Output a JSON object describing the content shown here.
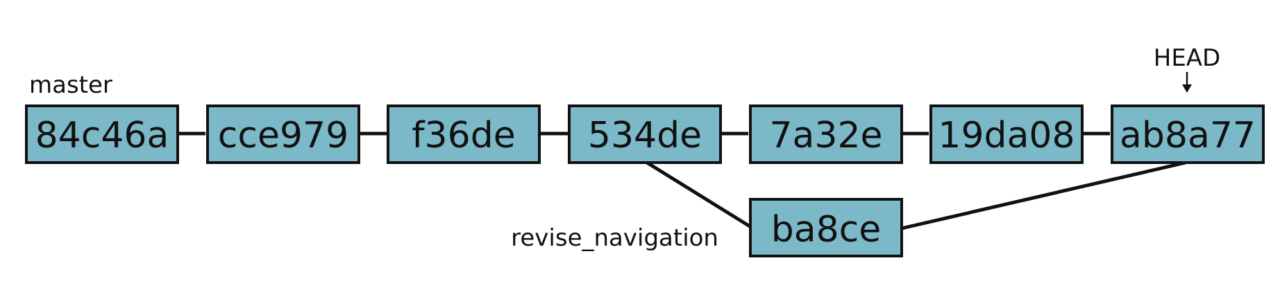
{
  "diagram": {
    "main_commits": [
      "84c46a",
      "cce979",
      "f36de",
      "534de",
      "7a32e",
      "19da08",
      "ab8a77"
    ],
    "branch_commit": "ba8ce",
    "labels": {
      "master": "master",
      "head": "HEAD",
      "branch": "revise_navigation"
    },
    "colors": {
      "box_fill": "#7cb9c8",
      "line": "#111111"
    }
  }
}
